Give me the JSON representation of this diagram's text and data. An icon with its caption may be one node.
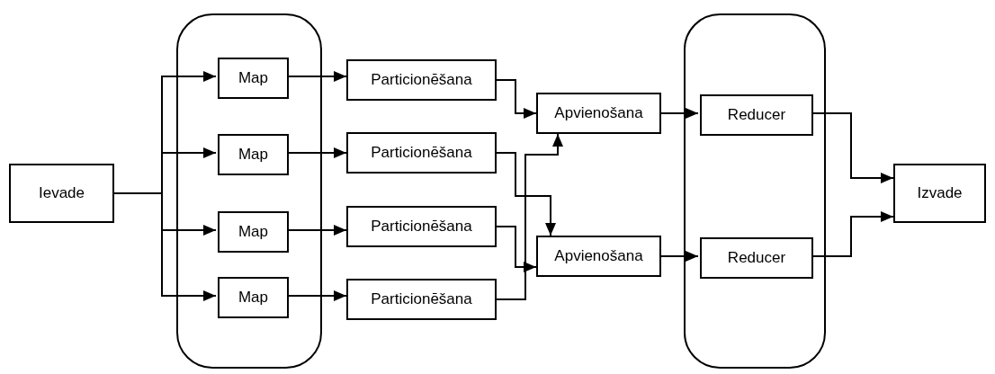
{
  "diagram": {
    "nodes": [
      {
        "text": [
          "Ievade"
        ]
      },
      {
        "text": [],
        "shape": "box"
      },
      {
        "text": [
          "Map"
        ],
        "in": 1
      },
      {
        "text": [
          "Map"
        ],
        "in": 1
      },
      {
        "text": [
          "Map"
        ],
        "in": 1
      },
      {
        "text": [
          "Map"
        ],
        "in": 1
      },
      {
        "text": [
          "Particionēšana"
        ]
      },
      {
        "text": [
          "Particionēšana"
        ]
      },
      {
        "text": [
          "Particionēšana"
        ]
      },
      {
        "text": [
          "Particionēšana"
        ]
      },
      {
        "text": [
          "Apvienošana"
        ]
      },
      {
        "text": [
          "Apvienošana"
        ]
      },
      {
        "text": [],
        "shape": "box"
      },
      {
        "text": [
          "Reducer"
        ],
        "in": 12
      },
      {
        "text": [
          "Reducer"
        ],
        "in": 12
      },
      {
        "text": [
          "Izvade"
        ]
      }
    ],
    "edges": [
      {
        "from": 0,
        "to": 2,
        "arrow": "to"
      },
      {
        "from": 0,
        "to": 3,
        "arrow": "to"
      },
      {
        "from": 0,
        "to": 4,
        "arrow": "to"
      },
      {
        "from": 0,
        "to": 5,
        "arrow": "to"
      },
      {
        "from": 2,
        "to": 6,
        "arrow": "to"
      },
      {
        "from": 3,
        "to": 7,
        "arrow": "to"
      },
      {
        "from": 4,
        "to": 8,
        "arrow": "to"
      },
      {
        "from": 5,
        "to": 9,
        "arrow": "to"
      },
      {
        "from": 6,
        "to": 10,
        "arrow": "to"
      },
      {
        "from": 7,
        "to": 11,
        "arrow": "to"
      },
      {
        "from": 8,
        "to": 11,
        "arrow": "to"
      },
      {
        "from": 9,
        "to": 10,
        "arrow": "to"
      },
      {
        "from": 10,
        "to": 13,
        "arrow": "to"
      },
      {
        "from": 11,
        "to": 14,
        "arrow": "to"
      },
      {
        "from": 13,
        "to": 15,
        "arrow": "to"
      },
      {
        "from": 14,
        "to": 15,
        "arrow": "to"
      }
    ]
  }
}
